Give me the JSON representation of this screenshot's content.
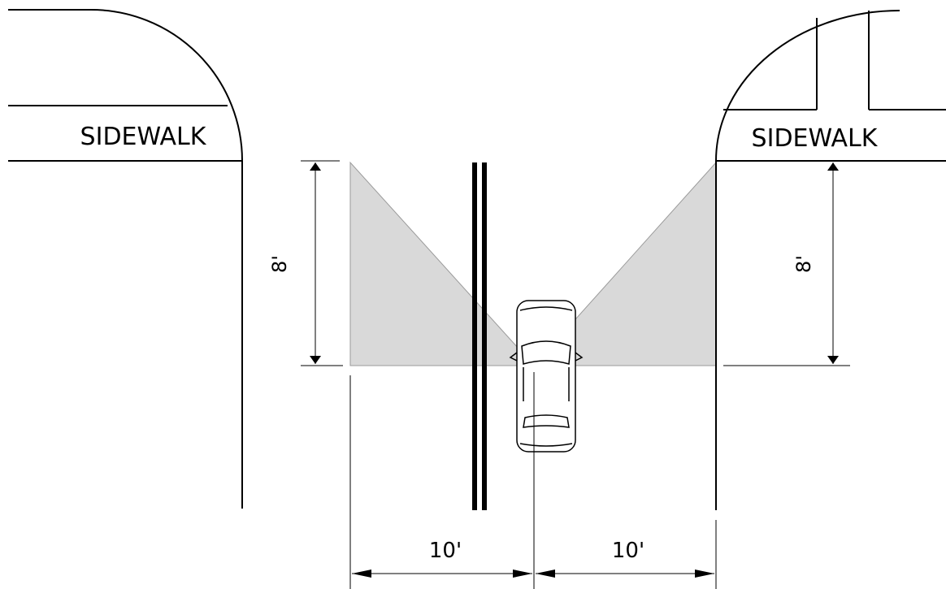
{
  "diagram": {
    "sidewalk_left_label": "SIDEWALK",
    "sidewalk_right_label": "SIDEWALK",
    "dim_left_height": "8'",
    "dim_right_height": "8'",
    "dim_bottom_left": "10'",
    "dim_bottom_right": "10'"
  },
  "colors": {
    "line": "#000000",
    "sight_triangle_fill": "#d9d9d9",
    "sight_triangle_stroke": "#9a9a9a",
    "background": "#ffffff"
  }
}
